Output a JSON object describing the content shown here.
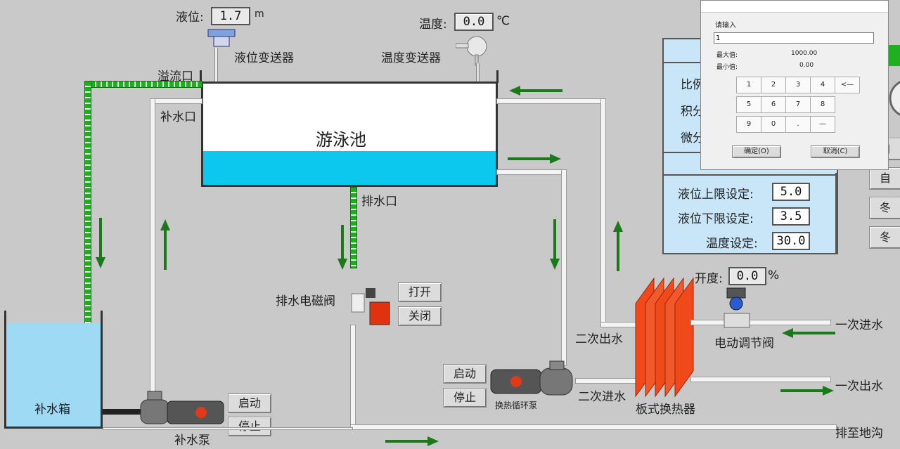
{
  "level": {
    "label": "液位:",
    "value": "1.7",
    "unit": "m",
    "transmitter_label": "液位变送器"
  },
  "temperature": {
    "label": "温度:",
    "value": "0.0",
    "unit": "℃",
    "transmitter_label": "温度变送器"
  },
  "pool": {
    "title": "游泳池",
    "water_level_fraction": 0.4
  },
  "labels": {
    "overflow": "溢流口",
    "makeup_inlet": "补水口",
    "drain_outlet": "排水口",
    "drain_valve": "排水电磁阀",
    "makeup_tank": "补水箱",
    "makeup_pump": "补水泵",
    "circ_pump": "换热循环泵",
    "secondary_out": "二次出水",
    "secondary_in": "二次进水",
    "plate_hx": "板式换热器",
    "elec_valve": "电动调节阀",
    "primary_in": "一次进水",
    "primary_out": "一次出水",
    "to_drain": "排至地沟"
  },
  "opening": {
    "label": "开度:",
    "value": "0.0",
    "unit": "%"
  },
  "buttons": {
    "drain_open": "打开",
    "drain_close": "关闭",
    "makeup_start": "启动",
    "makeup_stop": "停止",
    "circ_start": "启动",
    "circ_stop": "停止"
  },
  "pid_panel": {
    "labels": [
      "比例",
      "积分",
      "微分"
    ]
  },
  "setpoints": [
    {
      "label": "液位上限设定:",
      "value": "5.0"
    },
    {
      "label": "液位下限设定:",
      "value": "3.5"
    },
    {
      "label": "温度设定:",
      "value": "30.0"
    }
  ],
  "side_buttons": [
    "自",
    "自",
    "冬",
    "冬"
  ],
  "dialog": {
    "title": "请输入",
    "input_value": "1",
    "max_label": "最大值:",
    "max_value": "1000.00",
    "min_label": "最小值:",
    "min_value": "0.00",
    "keys": [
      "1",
      "2",
      "3",
      "4",
      "5",
      "6",
      "7",
      "8",
      "9",
      "0",
      ".",
      "—"
    ],
    "backspace": "<—",
    "ok": "确定(O)",
    "cancel": "取消(C)"
  }
}
